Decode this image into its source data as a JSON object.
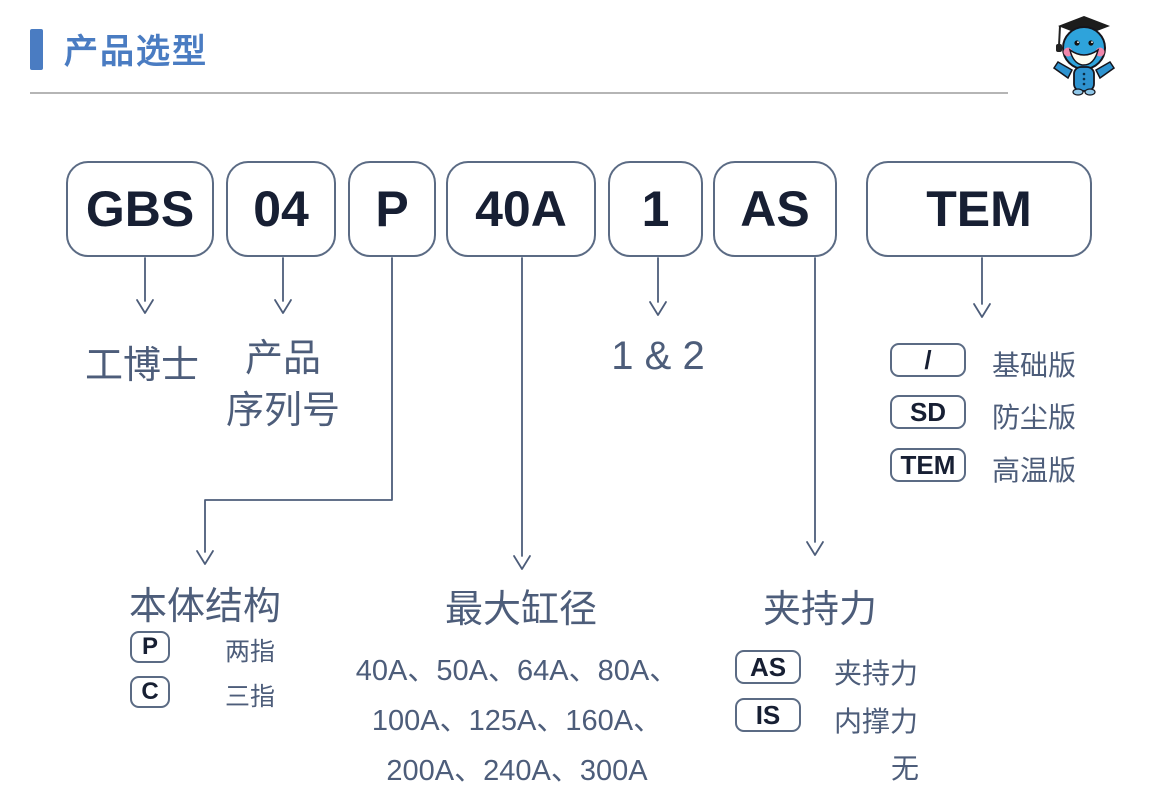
{
  "header": {
    "title": "产品选型",
    "mascot_icon": "scholar-robot-mascot",
    "accent_color": "#4a7cc2"
  },
  "colors": {
    "accent_blue": "#4a7cc2",
    "diagram_slate": "#4d5d7a",
    "code_text": "#171f33",
    "box_border": "#5b6b84"
  },
  "code_boxes": [
    {
      "code": "GBS"
    },
    {
      "code": "04"
    },
    {
      "code": "P"
    },
    {
      "code": "40A"
    },
    {
      "code": "1"
    },
    {
      "code": "AS"
    },
    {
      "code": "TEM"
    }
  ],
  "annotations": {
    "brand": "工博士",
    "serial": [
      "产品",
      "序列号"
    ],
    "count": "1 & 2"
  },
  "sections": {
    "version": {
      "options": [
        {
          "code": "/",
          "label": "基础版"
        },
        {
          "code": "SD",
          "label": "防尘版"
        },
        {
          "code": "TEM",
          "label": "高温版"
        }
      ]
    },
    "structure": {
      "title": "本体结构",
      "options": [
        {
          "code": "P",
          "label": "两指"
        },
        {
          "code": "C",
          "label": "三指"
        }
      ]
    },
    "bore": {
      "title": "最大缸径",
      "lines": [
        "40A、50A、64A、80A、",
        "100A、125A、160A、",
        "200A、240A、300A"
      ]
    },
    "force": {
      "title": "夹持力",
      "options": [
        {
          "code": "AS",
          "label": "夹持力"
        },
        {
          "code": "IS",
          "label": "内撑力"
        }
      ],
      "none_label": "无"
    }
  }
}
